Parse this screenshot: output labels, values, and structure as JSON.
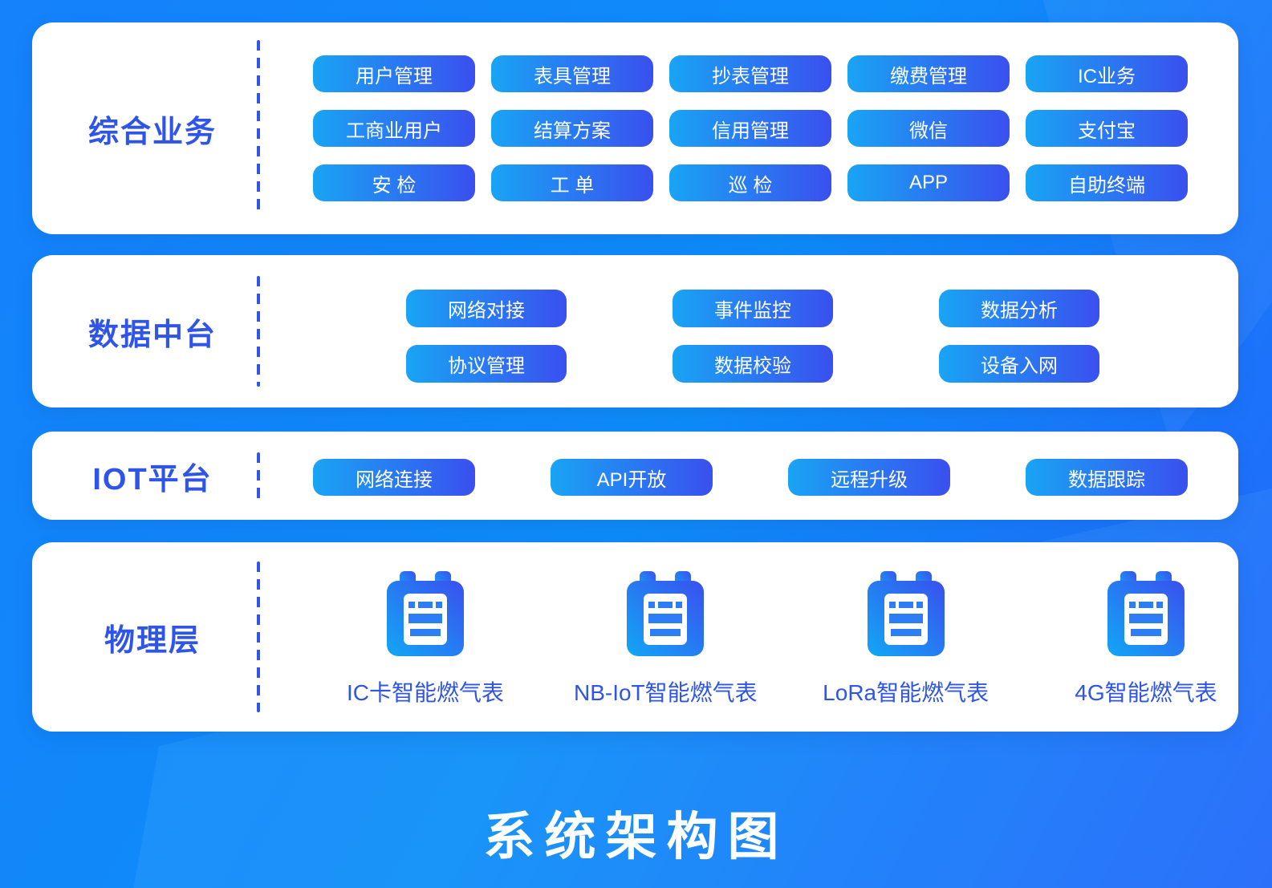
{
  "poster_title": "系统架构图",
  "colors": {
    "background_from": "#1581FB",
    "background_to": "#2365FA",
    "panel": "#ffffff",
    "section_label": "#2F54E8",
    "pill_gradient_from": "#19A4F4",
    "pill_gradient_to": "#3A50EF",
    "pill_text": "#ffffff"
  },
  "device_icon": "gas-meter-icon",
  "sections": [
    {
      "label": "综合业务",
      "rows": [
        [
          "用户管理",
          "表具管理",
          "抄表管理",
          "缴费管理",
          "IC业务"
        ],
        [
          "工商业用户",
          "结算方案",
          "信用管理",
          "微信",
          "支付宝"
        ],
        [
          "安 检",
          "工 单",
          "巡 检",
          "APP",
          "自助终端"
        ]
      ]
    },
    {
      "label": "数据中台",
      "rows": [
        [
          "网络对接",
          "事件监控",
          "数据分析"
        ],
        [
          "协议管理",
          "数据校验",
          "设备入网"
        ]
      ]
    },
    {
      "label": "IOT平台",
      "rows": [
        [
          "网络连接",
          "API开放",
          "远程升级",
          "数据跟踪"
        ]
      ]
    },
    {
      "label": "物理层",
      "devices": [
        {
          "label": "IC卡智能燃气表"
        },
        {
          "label": "NB-IoT智能燃气表"
        },
        {
          "label": "LoRa智能燃气表"
        },
        {
          "label": "4G智能燃气表"
        }
      ]
    }
  ]
}
